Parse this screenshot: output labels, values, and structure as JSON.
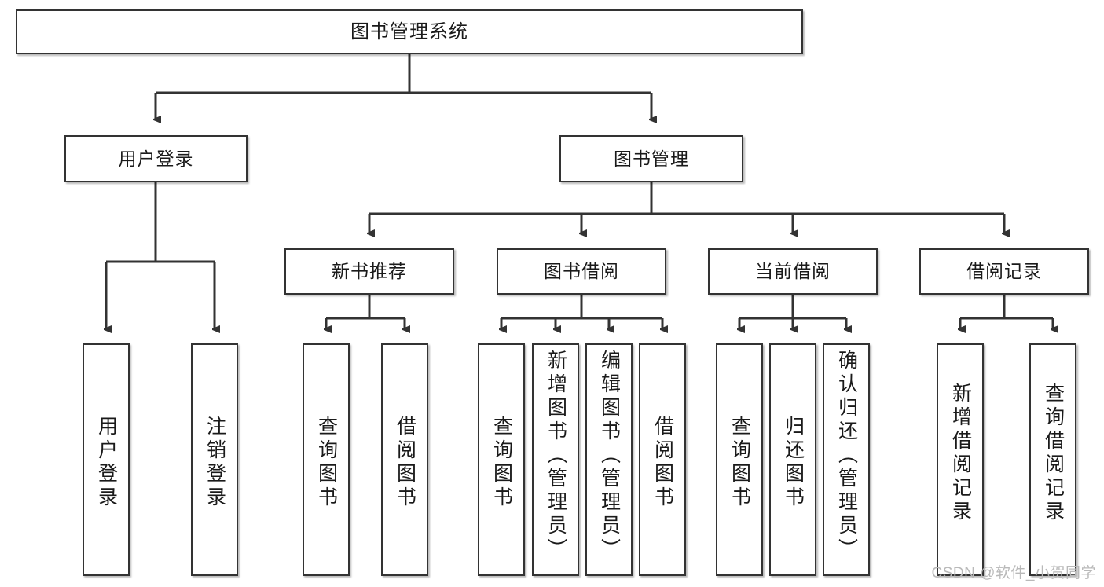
{
  "diagram": {
    "title": "图书管理系统",
    "type": "tree",
    "orientation": "top-down",
    "colors": {
      "node_border": "#333333",
      "node_fill": "#ffffff",
      "edge": "#333333",
      "text": "#1a1a1a",
      "watermark": "#b9b9b9",
      "background": "#ffffff"
    }
  },
  "root": {
    "label": "图书管理系统"
  },
  "level1": [
    {
      "label": "用户登录"
    },
    {
      "label": "图书管理"
    }
  ],
  "level2": [
    {
      "label": "新书推荐"
    },
    {
      "label": "图书借阅"
    },
    {
      "label": "当前借阅"
    },
    {
      "label": "借阅记录"
    }
  ],
  "leaves": {
    "user_login": [
      {
        "label": "用户登录"
      },
      {
        "label": "注销登录"
      }
    ],
    "new_book_recommend": [
      {
        "label": "查询图书"
      },
      {
        "label": "借阅图书"
      }
    ],
    "book_borrow": [
      {
        "label": "查询图书"
      },
      {
        "label": "新增图书（管理员）"
      },
      {
        "label": "编辑图书（管理员）"
      },
      {
        "label": "借阅图书"
      }
    ],
    "current_borrow": [
      {
        "label": "查询图书"
      },
      {
        "label": "归还图书"
      },
      {
        "label": "确认归还（管理员）"
      }
    ],
    "borrow_record": [
      {
        "label": "新增借阅记录"
      },
      {
        "label": "查询借阅记录"
      }
    ]
  },
  "watermark": {
    "text": "CSDN @软件_小贺同学"
  }
}
